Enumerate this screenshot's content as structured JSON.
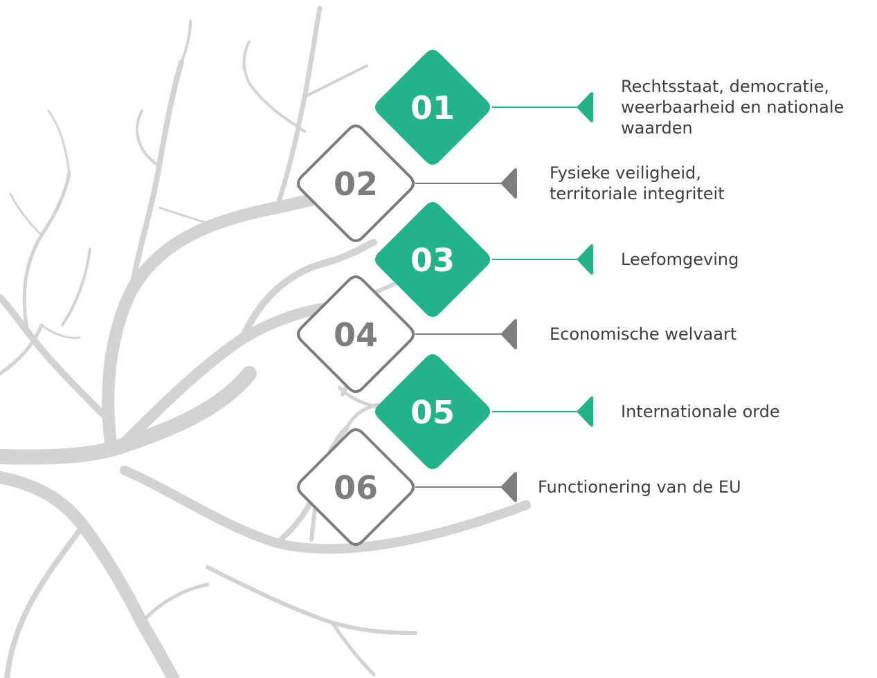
{
  "colors": {
    "accent": "#22b38b",
    "outline": "#7d7d7d",
    "number_on_accent": "#ffffff",
    "number_on_outline": "#7d7d7d",
    "label_text": "#3d3d3d",
    "tree": "#d2d3d5"
  },
  "items": [
    {
      "number": "01",
      "style": "filled",
      "label_lines": [
        "Rechtsstaat, democratie,",
        "weerbaarheid en nationale",
        "waarden"
      ]
    },
    {
      "number": "02",
      "style": "outline",
      "label_lines": [
        "Fysieke veiligheid,",
        "territoriale integriteit"
      ]
    },
    {
      "number": "03",
      "style": "filled",
      "label_lines": [
        "Leefomgeving"
      ]
    },
    {
      "number": "04",
      "style": "outline",
      "label_lines": [
        "Economische welvaart"
      ]
    },
    {
      "number": "05",
      "style": "filled",
      "label_lines": [
        "Internationale orde"
      ]
    },
    {
      "number": "06",
      "style": "outline",
      "label_lines": [
        "Functionering van de EU"
      ]
    }
  ]
}
